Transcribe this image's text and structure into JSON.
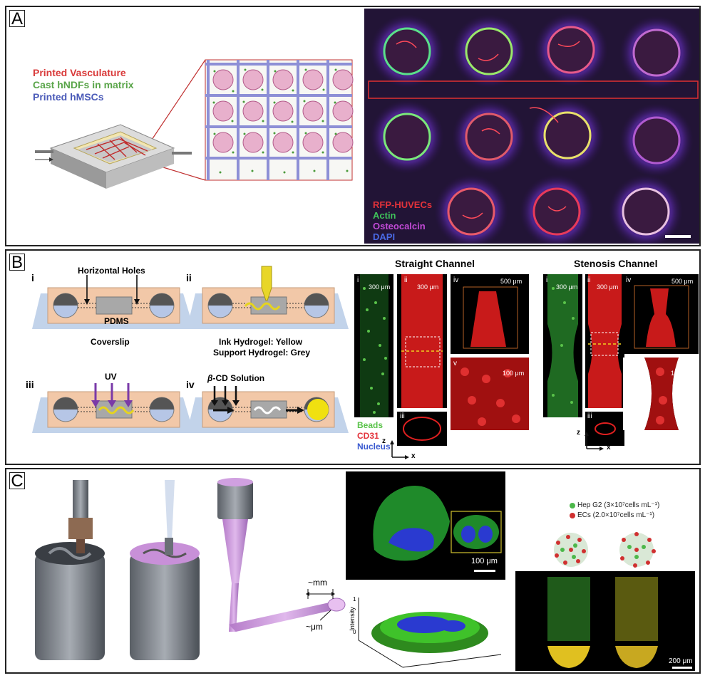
{
  "panels": {
    "a": {
      "label": "A",
      "legend": [
        {
          "text": "Printed Vasculature",
          "color": "#d93a3a"
        },
        {
          "text": "Cast hNDFs in matrix",
          "color": "#5aa54a"
        },
        {
          "text": "Printed hMSCs",
          "color": "#4a5ab8"
        }
      ],
      "stains": [
        {
          "text": "RFP-HUVECs",
          "color": "#e3323a"
        },
        {
          "text": "Actin",
          "color": "#3fc25a"
        },
        {
          "text": "Osteocalcin",
          "color": "#c24ad6"
        },
        {
          "text": "DAPI",
          "color": "#4a6ae6"
        }
      ]
    },
    "b": {
      "label": "B",
      "steps": {
        "i": "i",
        "ii": "ii",
        "iii": "iii",
        "iv": "iv"
      },
      "horizontal_holes": "Horizontal Holes",
      "pdms": "PDMS",
      "coverslip": "Coverslip",
      "ink_hydrogel": "Ink Hydrogel: Yellow",
      "support_hydrogel": "Support Hydrogel: Grey",
      "uv": "UV",
      "bcd_beta": "β",
      "bcd_rest": "-CD Solution",
      "straight_title": "Straight Channel",
      "stenosis_title": "Stenosis Channel",
      "scale_300": "300 μm",
      "scale_500": "500 μm",
      "scale_100": "100 μm",
      "roman": {
        "i": "i",
        "ii": "ii",
        "iii": "iii",
        "iv": "iv",
        "v": "v"
      },
      "legend": [
        {
          "text": "Beads",
          "color": "#5ac34a"
        },
        {
          "text": "CD31",
          "color": "#e3323a"
        },
        {
          "text": "Nucleus",
          "color": "#3a5ad0"
        }
      ],
      "axis_z": "z",
      "axis_x": "x"
    },
    "c": {
      "label": "C",
      "mm": "~mm",
      "um": "~μm",
      "scale_100": "100 μm",
      "intensity": "Intensity",
      "ticks": [
        "1",
        "0"
      ],
      "legend": [
        {
          "text": "Hep G2 (3×10⁷cells mL⁻¹)",
          "color": "#4cb84a"
        },
        {
          "text": "ECs (2.0×10⁷cells mL⁻¹)",
          "color": "#d03030"
        }
      ],
      "scale_200": "200 μm"
    }
  }
}
